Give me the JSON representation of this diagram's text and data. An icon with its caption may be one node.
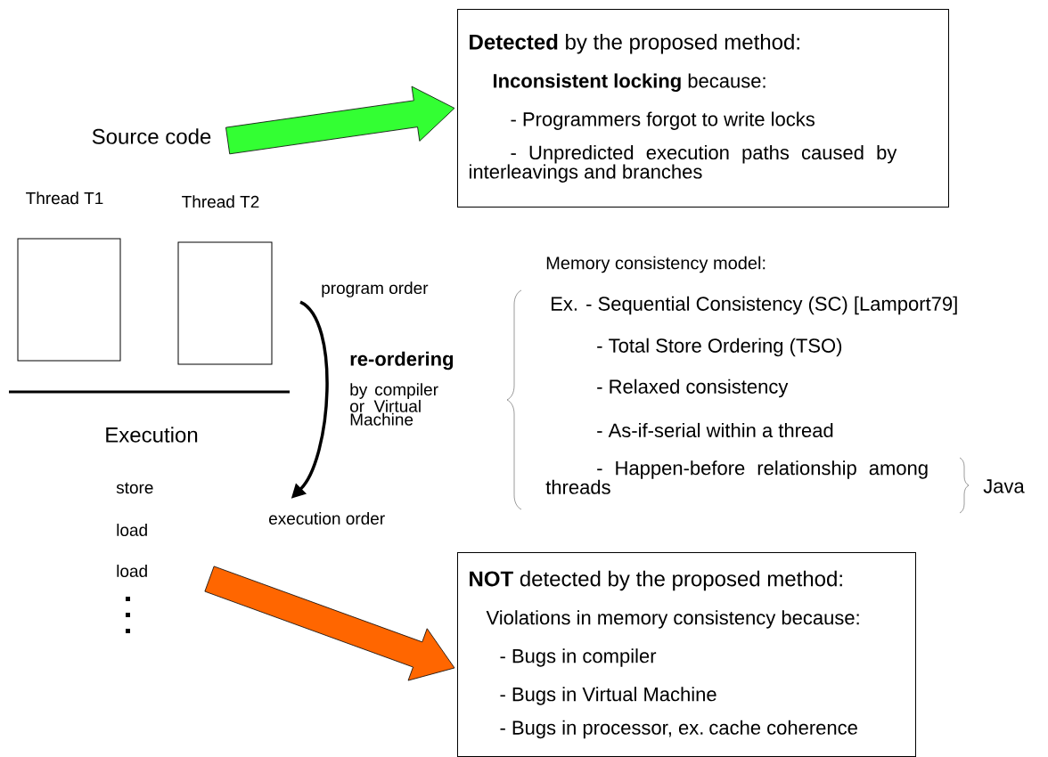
{
  "diagram": {
    "nodes": [
      {
        "text": [
          "**Detected** by the proposed method:",
          "**Inconsistent locking** because:",
          "- Programmers forgot to write locks",
          "- Unpredicted execution paths caused by interleavings and branches"
        ]
      },
      {
        "text": [
          "Source code"
        ]
      },
      {
        "text": [],
        "shape": "box",
        "beside": [
          "Thread T1"
        ]
      },
      {
        "text": [],
        "shape": "box",
        "beside": [
          "Thread T2"
        ]
      },
      {
        "text": [
          "program order"
        ]
      },
      {
        "text": [
          "execution order"
        ]
      },
      {
        "text": [
          "Execution"
        ]
      },
      {
        "text": [
          "**NOT** detected by the proposed method:",
          "Violations in memory consistency because:",
          "- Bugs in compiler",
          "- Bugs in Virtual Machine",
          "- Bugs in processor, ex. cache coherence"
        ]
      }
    ],
    "edges": [
      {
        "from": 1,
        "to": 0,
        "arrow": "to",
        "style": "thick",
        "color": "#33ff33"
      },
      {
        "from": 4,
        "to": 5,
        "arrow": "to"
      },
      {
        "from": 6,
        "to": 7,
        "arrow": "to",
        "style": "thick",
        "color": "#ff6600"
      }
    ],
    "labels": [
      "Memory consistency model:",
      "Ex. - Sequential Consistency (SC) [Lamport79]",
      "- Total Store Ordering (TSO)",
      "- Relaxed consistency",
      "- As-if-serial within a thread",
      "- Happen-before relationship among threads",
      "Java",
      "store",
      "load",
      "load",
      "re-ordering",
      "by compiler or Virtual Machine"
    ]
  }
}
